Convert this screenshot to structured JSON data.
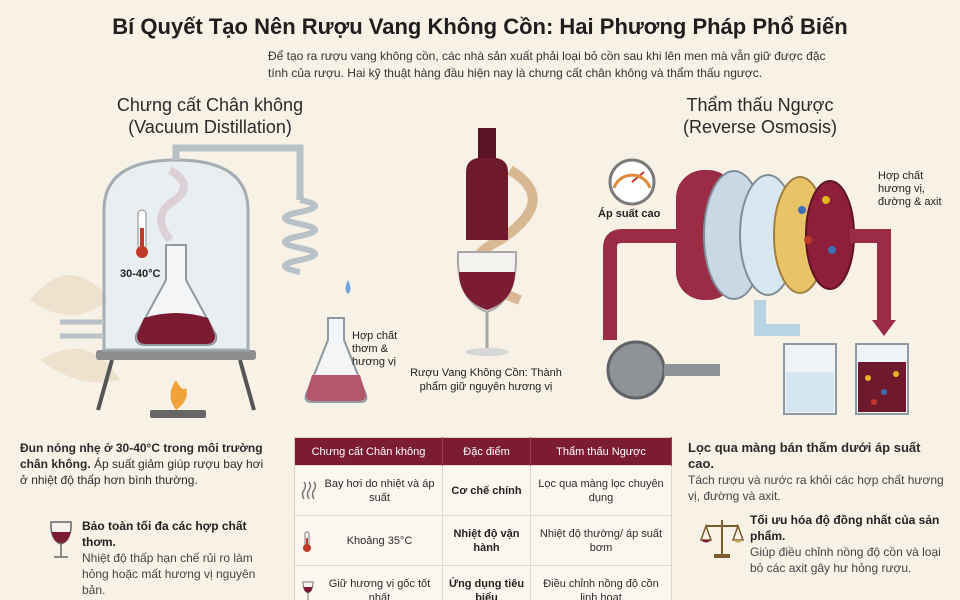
{
  "title": "Bí Quyết Tạo Nên Rượu Vang Không Cồn: Hai Phương Pháp Phổ Biến",
  "intro": "Để tạo ra rượu vang không cồn, các nhà sản xuất phải loại bỏ cồn sau khi lên men mà vẫn giữ được đặc tính của rượu. Hai kỹ thuật hàng đầu hiện nay là chưng cất chân không và thẩm thấu ngược.",
  "vacuum": {
    "title_line1": "Chưng cất Chân không",
    "title_line2": "(Vacuum Distillation)",
    "temp_label": "30-40°C",
    "aroma_label": "Hợp chất thơm & hương vị",
    "note_bold": "Đun nóng nhẹ ở 30-40°C trong môi trường chân không.",
    "note_rest": " Áp suất giảm giúp rượu bay hơi ở nhiệt độ thấp hơn bình thường.",
    "preserve_head": "Bảo toàn tối đa các hợp chất thơm.",
    "preserve_body": "Nhiệt độ thấp hạn chế rủi ro làm hỏng hoặc mất hương vị nguyên bản."
  },
  "center": {
    "caption": "Rượu Vang Không Cồn: Thành phẩm giữ nguyên hương vị"
  },
  "osmosis": {
    "title_line1": "Thẩm thấu Ngược",
    "title_line2": "(Reverse Osmosis)",
    "pressure_label": "Áp suất cao",
    "compounds_label": "Hợp chất hương vị, đường & axit",
    "note_head": "Lọc qua màng bán thấm dưới áp suất cao.",
    "note_body": "Tách rượu và nước ra khỏi các hợp chất hương vị, đường và axit.",
    "opt_head": "Tối ưu hóa độ đồng nhất của sản phẩm.",
    "opt_body": "Giúp điều chỉnh nồng độ cồn và loại bỏ các axit gây hư hỏng rượu."
  },
  "table": {
    "headers": [
      "Chưng cất Chân không",
      "Đặc điểm",
      "Thẩm thấu Ngược"
    ],
    "rows": [
      {
        "left": "Bay hơi do nhiệt và áp suất",
        "mid": "Cơ chế chính",
        "right": "Lọc qua màng lọc chuyên dụng",
        "icon": "steam-icon"
      },
      {
        "left": "Khoảng 35°C",
        "mid": "Nhiệt độ vận hành",
        "right": "Nhiệt độ thường/ áp suất bơm",
        "icon": "thermometer-icon"
      },
      {
        "left": "Giữ hương vị gốc tốt nhất",
        "mid": "Ứng dụng tiêu biểu",
        "right": "Điều chỉnh nồng độ cồn linh hoạt",
        "icon": "wine-glass-icon"
      }
    ]
  },
  "colors": {
    "wine": "#7c1c33",
    "background": "#f7f1e6"
  }
}
